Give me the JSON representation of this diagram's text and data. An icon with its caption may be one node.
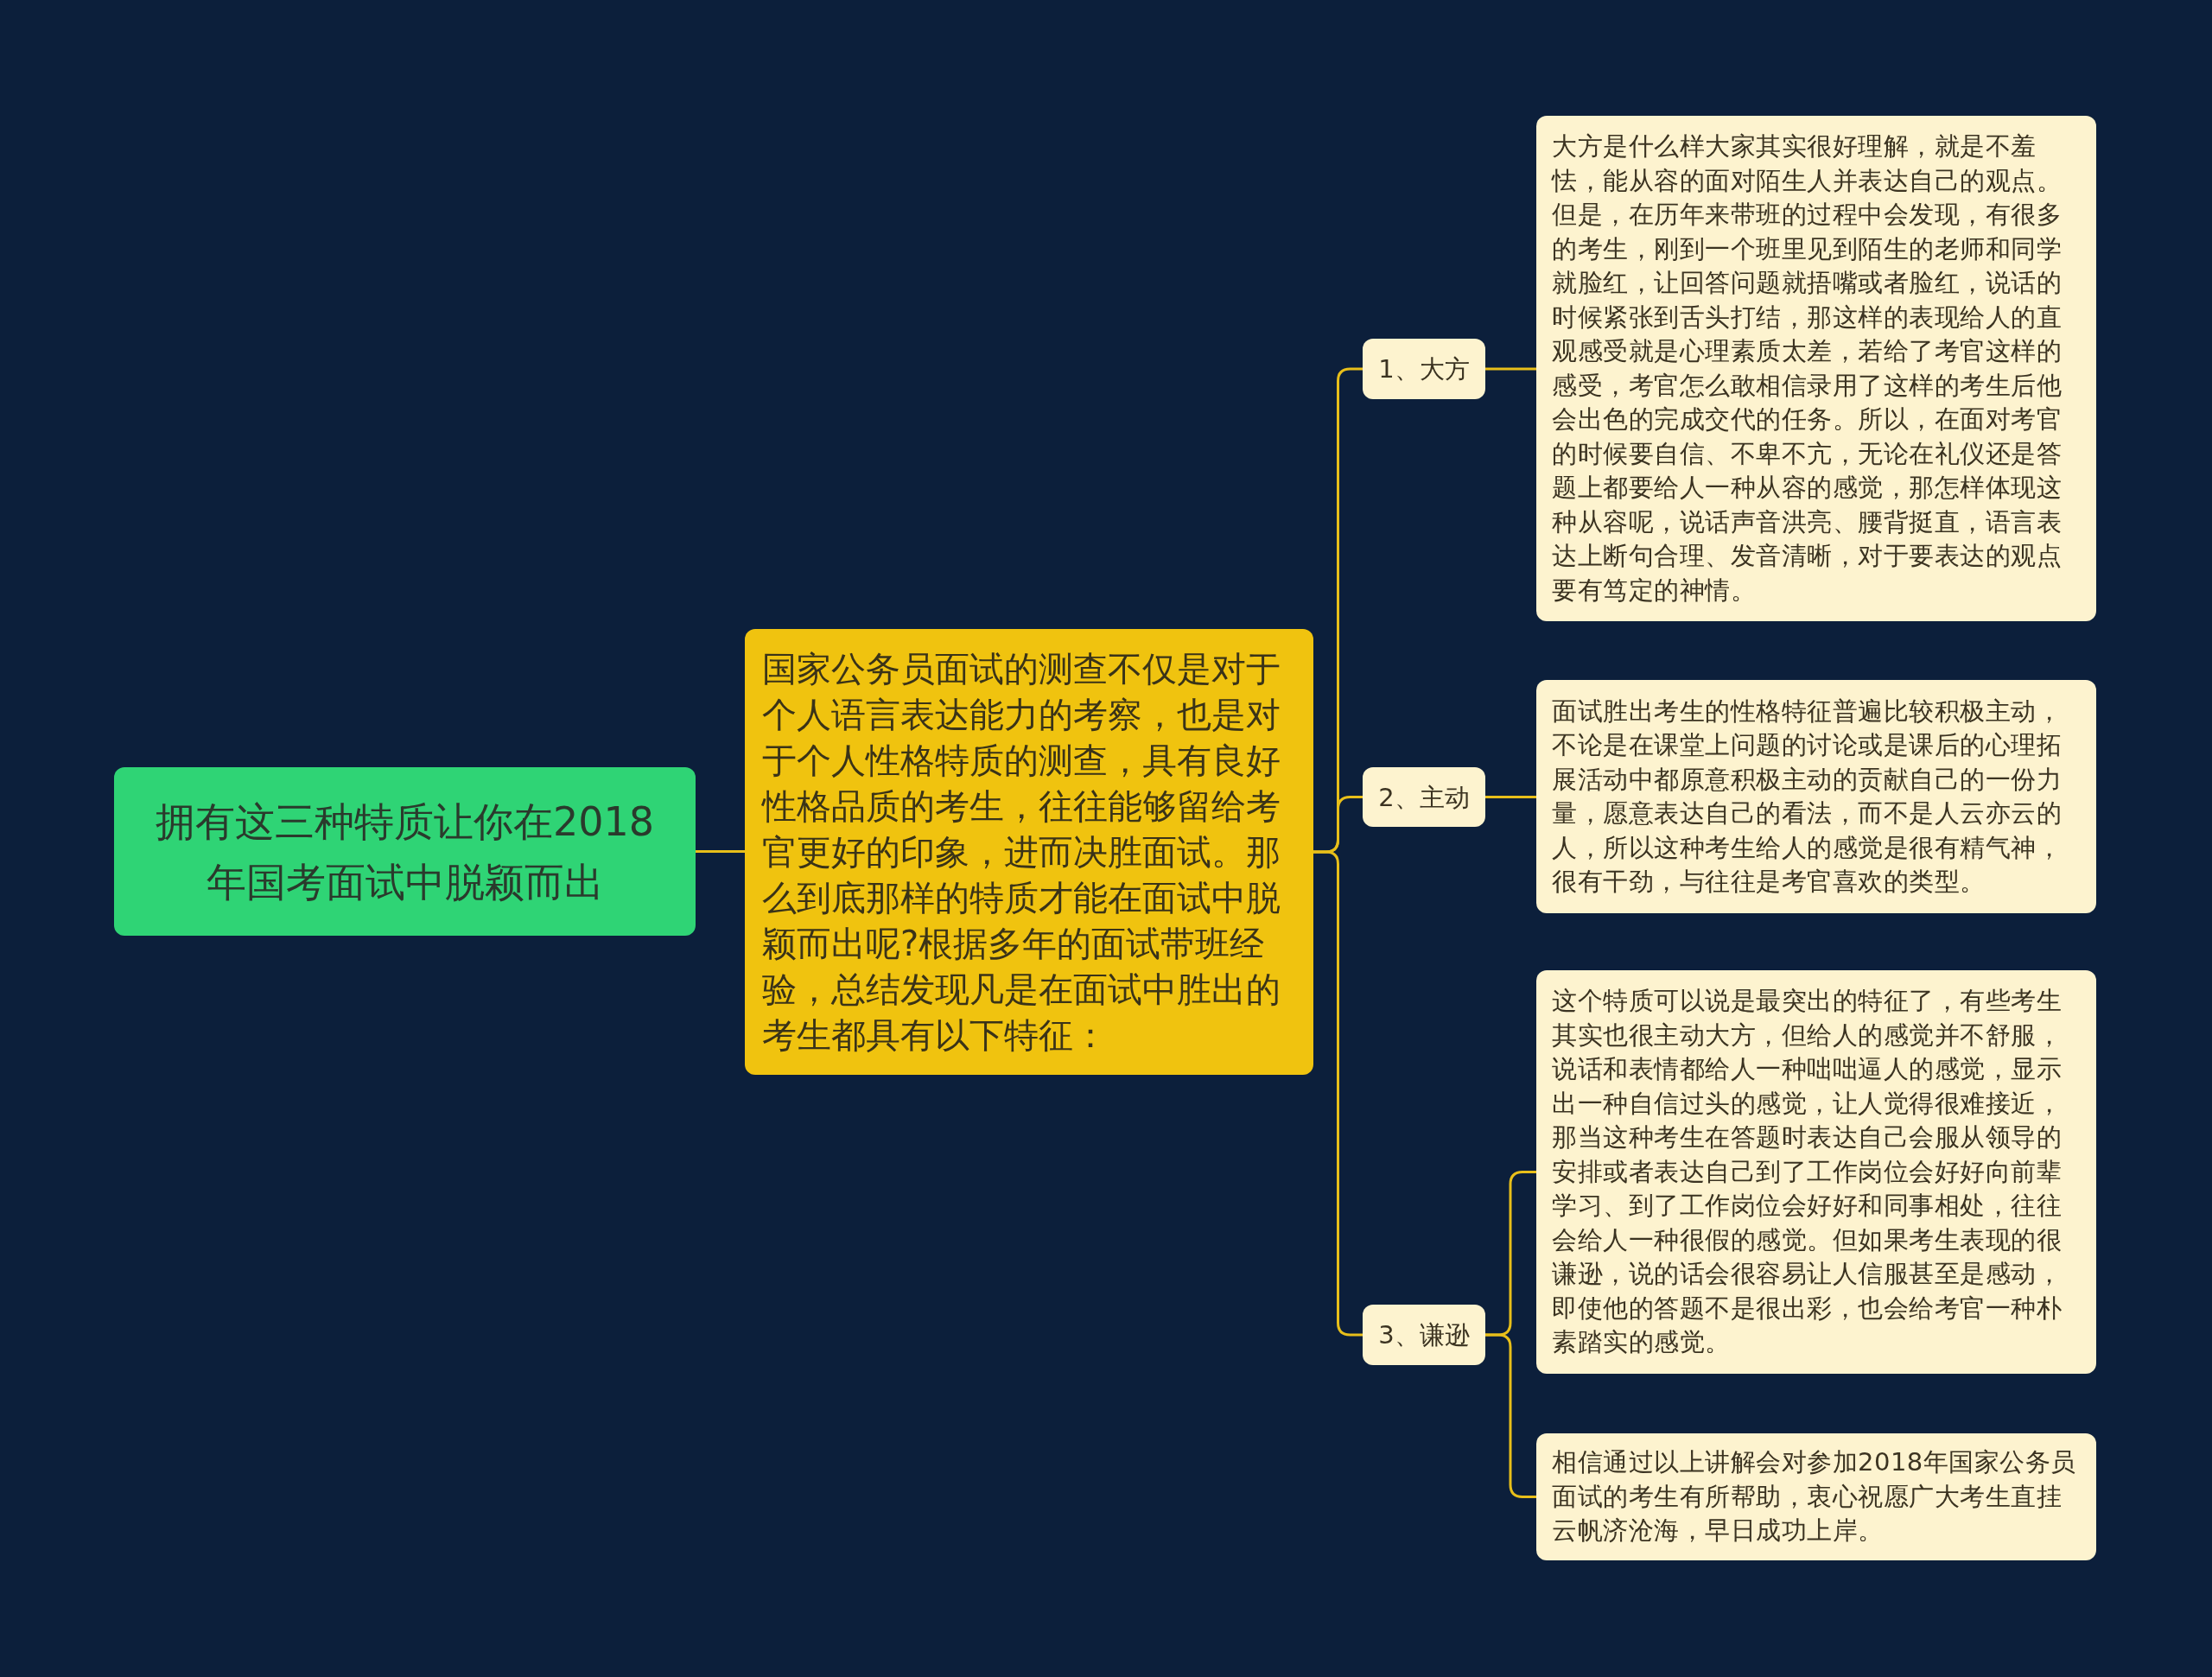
{
  "diagram": {
    "nodes": [
      {
        "text": [
          "拥有这三种特质让你在2018年国考面试中脱颖而出"
        ]
      },
      {
        "text": [
          "国家公务员面试的测查不仅是对于个人语言表达能力的考察，也是对于个人性格特质的测查，具有良好性格品质的考生，往往能够留给考官更好的印象，进而决胜面试。那么到底那样的特质才能在面试中脱颖而出呢?根据多年的面试带班经验，总结发现凡是在面试中胜出的考生都具有以下特征："
        ]
      },
      {
        "text": [
          "1、大方"
        ]
      },
      {
        "text": [
          "大方是什么样大家其实很好理解，就是不羞怯，能从容的面对陌生人并表达自己的观点。但是，在历年来带班的过程中会发现，有很多的考生，刚到一个班里见到陌生的老师和同学就脸红，让回答问题就捂嘴或者脸红，说话的时候紧张到舌头打结，那这样的表现给人的直观感受就是心理素质太差，若给了考官这样的感受，考官怎么敢相信录用了这样的考生后他会出色的完成交代的任务。所以，在面对考官的时候要自信、不卑不亢，无论在礼仪还是答题上都要给人一种从容的感觉，那怎样体现这种从容呢，说话声音洪亮、腰背挺直，语言表达上断句合理、发音清晰，对于要表达的观点要有笃定的神情。"
        ]
      },
      {
        "text": [
          "2、主动"
        ]
      },
      {
        "text": [
          "面试胜出考生的性格特征普遍比较积极主动，不论是在课堂上问题的讨论或是课后的心理拓展活动中都原意积极主动的贡献自己的一份力量，愿意表达自己的看法，而不是人云亦云的人，所以这种考生给人的感觉是很有精气神，很有干劲，与往往是考官喜欢的类型。"
        ]
      },
      {
        "text": [
          "3、谦逊"
        ]
      },
      {
        "text": [
          "这个特质可以说是最突出的特征了，有些考生其实也很主动大方，但给人的感觉并不舒服，说话和表情都给人一种咄咄逼人的感觉，显示出一种自信过头的感觉，让人觉得很难接近，那当这种考生在答题时表达自己会服从领导的安排或者表达自己到了工作岗位会好好向前辈学习、到了工作岗位会好好和同事相处，往往会给人一种很假的感觉。但如果考生表现的很谦逊，说的话会很容易让人信服甚至是感动，即使他的答题不是很出彩，也会给考官一种朴素踏实的感觉。"
        ]
      },
      {
        "text": [
          "相信通过以上讲解会对参加2018年国家公务员面试的考生有所帮助，衷心祝愿广大考生直挂云帆济沧海，早日成功上岸。"
        ]
      }
    ],
    "edges": [
      {
        "from": 0,
        "to": 1,
        "arrow": "none"
      },
      {
        "from": 1,
        "to": 2,
        "arrow": "none"
      },
      {
        "from": 1,
        "to": 4,
        "arrow": "none"
      },
      {
        "from": 1,
        "to": 6,
        "arrow": "none"
      },
      {
        "from": 2,
        "to": 3,
        "arrow": "none"
      },
      {
        "from": 4,
        "to": 5,
        "arrow": "none"
      },
      {
        "from": 6,
        "to": 7,
        "arrow": "none"
      },
      {
        "from": 6,
        "to": 8,
        "arrow": "none"
      }
    ]
  }
}
